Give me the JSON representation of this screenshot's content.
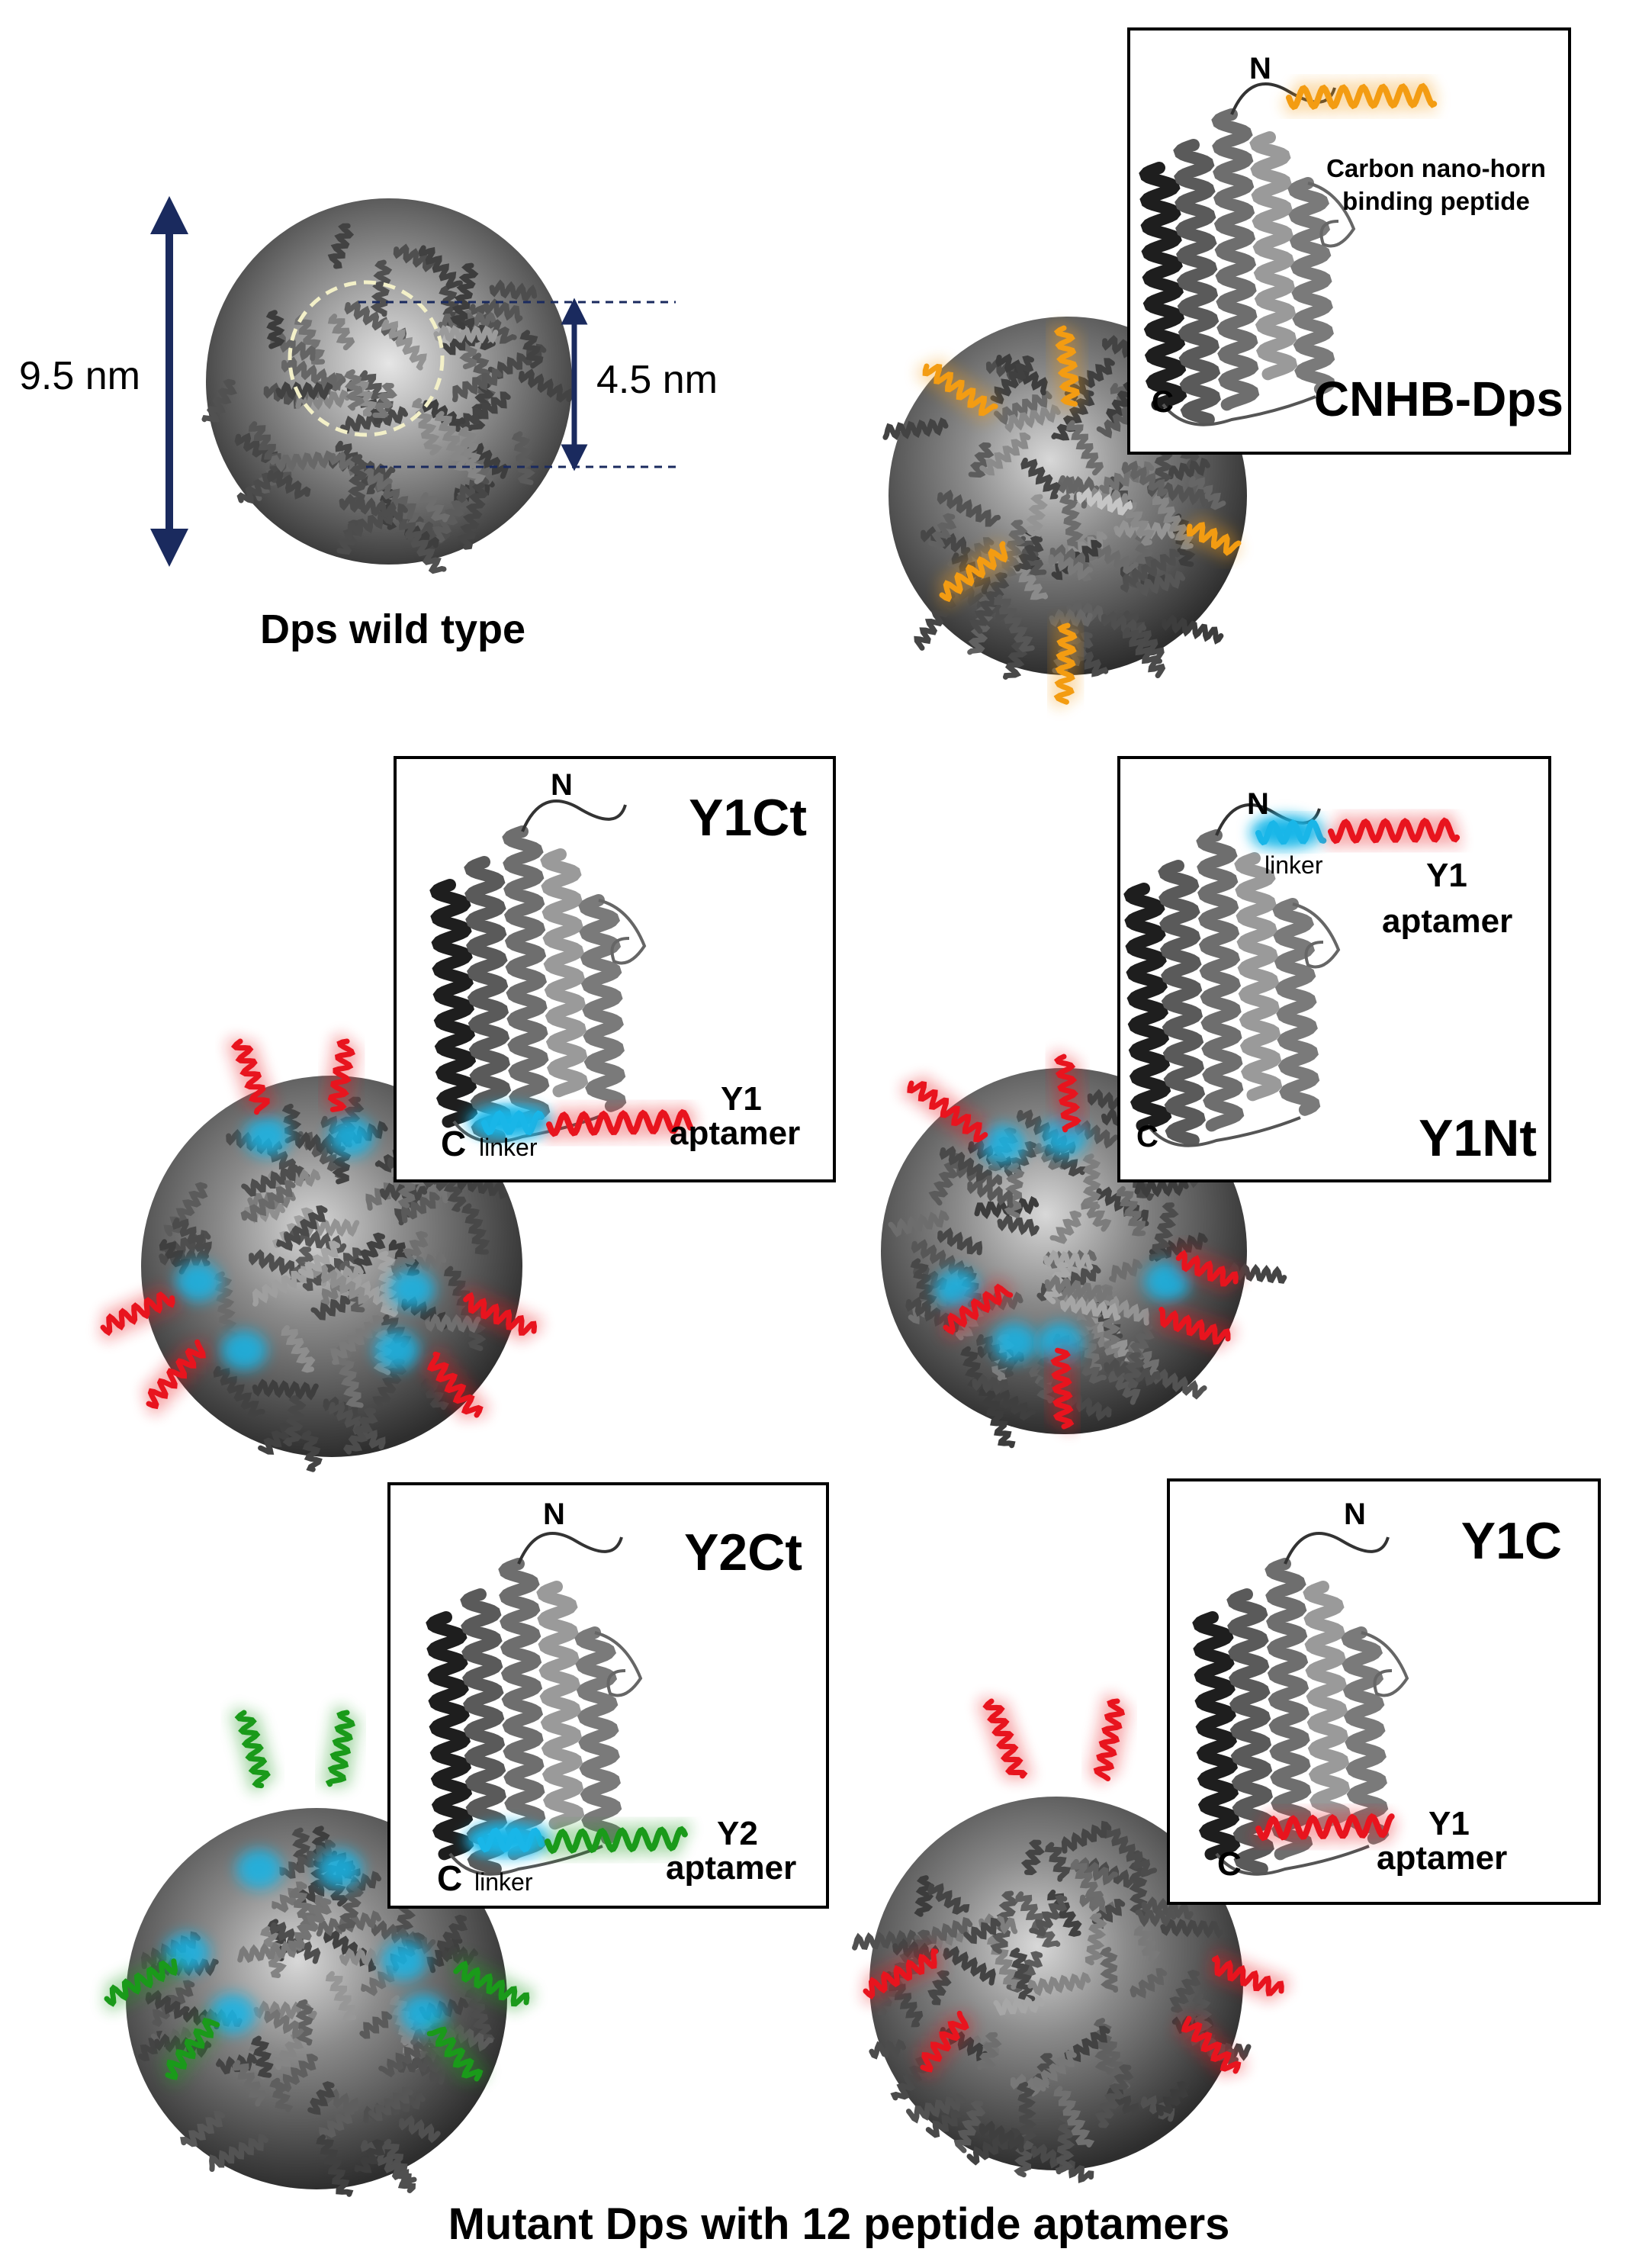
{
  "wild_type": {
    "outer_dimension": "9.5 nm",
    "inner_dimension": "4.5 nm",
    "caption": "Dps wild type"
  },
  "cnhb": {
    "name": "CNHB-Dps",
    "n_terminus": "N",
    "c_terminus": "C",
    "peptide_line1": "Carbon nano-horn",
    "peptide_line2": "binding peptide"
  },
  "y1ct": {
    "name": "Y1Ct",
    "n_terminus": "N",
    "c_terminus": "C",
    "linker": "linker",
    "aptamer_line1": "Y1",
    "aptamer_line2": "aptamer"
  },
  "y1nt": {
    "name": "Y1Nt",
    "n_terminus": "N",
    "c_terminus": "C",
    "linker": "linker",
    "aptamer_line1": "Y1",
    "aptamer_line2": "aptamer"
  },
  "y2ct": {
    "name": "Y2Ct",
    "n_terminus": "N",
    "c_terminus": "C",
    "linker": "linker",
    "aptamer_line1": "Y2",
    "aptamer_line2": "aptamer"
  },
  "y1c": {
    "name": "Y1C",
    "n_terminus": "N",
    "c_terminus": "C",
    "aptamer_line1": "Y1",
    "aptamer_line2": "aptamer"
  },
  "bottom_caption": "Mutant Dps with 12 peptide aptamers",
  "colors": {
    "arrow_navy": "#1a2a5e",
    "cnhb_peptide": "#f39c12",
    "y1_aptamer": "#e8141e",
    "y2_aptamer": "#1a9a1a",
    "linker": "#19b6e8",
    "protein_dark": "#3a3a3a",
    "protein_light": "#c8c8c8"
  }
}
